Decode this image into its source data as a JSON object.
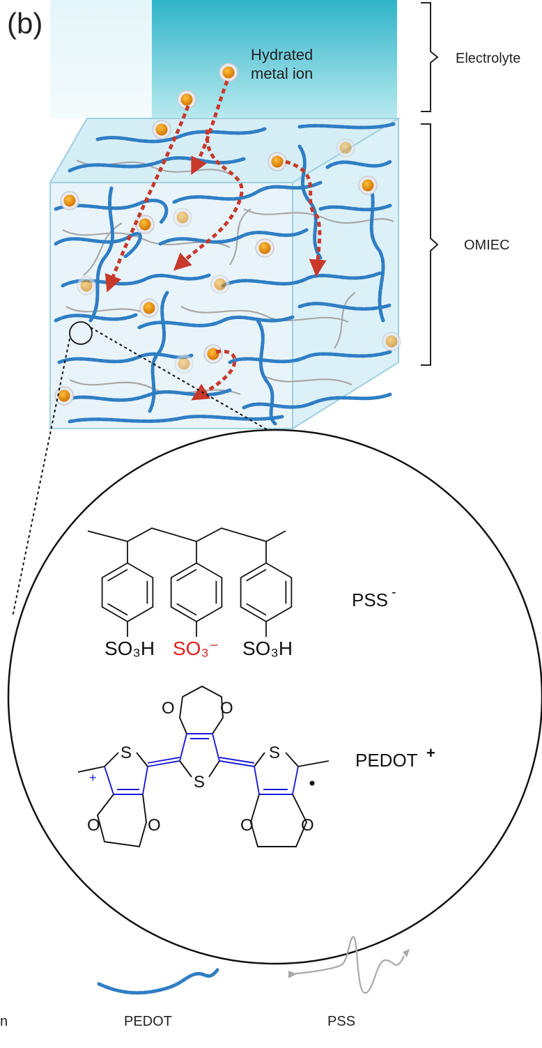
{
  "panel_label": "(b)",
  "labels": {
    "electrolyte": "Electrolyte",
    "omiec": "OMIEC",
    "ion_line1": "Hydrated",
    "ion_line2": "metal ion"
  },
  "chemistry": {
    "pss_label": "PSS",
    "pss_charge": "-",
    "pedot_label": "PEDOT",
    "pedot_charge": "+",
    "so3h_1": "SO₃H",
    "so3_minus": "SO₃⁻",
    "so3h_2": "SO₃H",
    "pedot_plus": "+",
    "atoms": {
      "S": "S",
      "O": "O"
    }
  },
  "legend": {
    "left_partial": "n",
    "pedot": "PEDOT",
    "pss": "PSS"
  },
  "colors": {
    "pedot_blue": "#2f7ec4",
    "pss_grey": "#a8a8a8",
    "ion_orange": "#e48a12",
    "arrow_red": "#c8392b",
    "electrolyte_teal": "#33b9cc",
    "chem_blue": "#1a1adb",
    "chem_red": "#e02020"
  }
}
